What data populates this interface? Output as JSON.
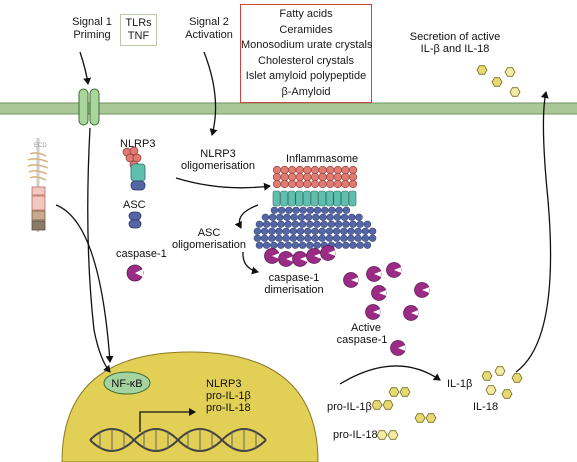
{
  "signal1": {
    "line1": "Signal 1",
    "line2": "Priming"
  },
  "signal1_box": {
    "line1": "TLRs",
    "line2": "TNF"
  },
  "signal2": {
    "line1": "Signal 2",
    "line2": "Activation"
  },
  "activators": [
    "Fatty acids",
    "Ceramides",
    "Monosodium urate crystals",
    "Cholesterol crystals",
    "Islet amyloid polypeptide",
    "β-Amyloid"
  ],
  "secretion": {
    "line1": "Secretion of active",
    "line2": "IL-β and IL-18"
  },
  "components": {
    "nlrp3": "NLRP3",
    "asc": "ASC",
    "caspase1": "caspase-1"
  },
  "nlrp3_oligo": {
    "line1": "NLRP3",
    "line2": "oligomerisation"
  },
  "inflammasome": "Inflammasome",
  "asc_oligo": {
    "line1": "ASC",
    "line2": "oligomerisation"
  },
  "casp_dimer": {
    "line1": "caspase-1",
    "line2": "dimerisation"
  },
  "active_casp": {
    "line1": "Active",
    "line2": "caspase-1"
  },
  "nucleus": {
    "nfkb": "NF-κB",
    "genes": [
      "NLRP3",
      "pro-IL-1β",
      "pro-IL-18"
    ]
  },
  "products": {
    "pro_il1b": "pro-IL-1β",
    "pro_il18": "pro-IL-18",
    "il1b": "IL-1β",
    "il18": "IL-18"
  },
  "colors": {
    "membrane": "#a9c896",
    "nucleus": "#e2cf55",
    "nfkb": "#a5d39f",
    "nacht": "#5fbfae",
    "pyd": "#df7b72",
    "asc": "#5566a6",
    "caspase": "#9b2c86",
    "il18": "#f2eaa7",
    "il1b": "#e6d873",
    "activator_border": "#d0433a"
  }
}
